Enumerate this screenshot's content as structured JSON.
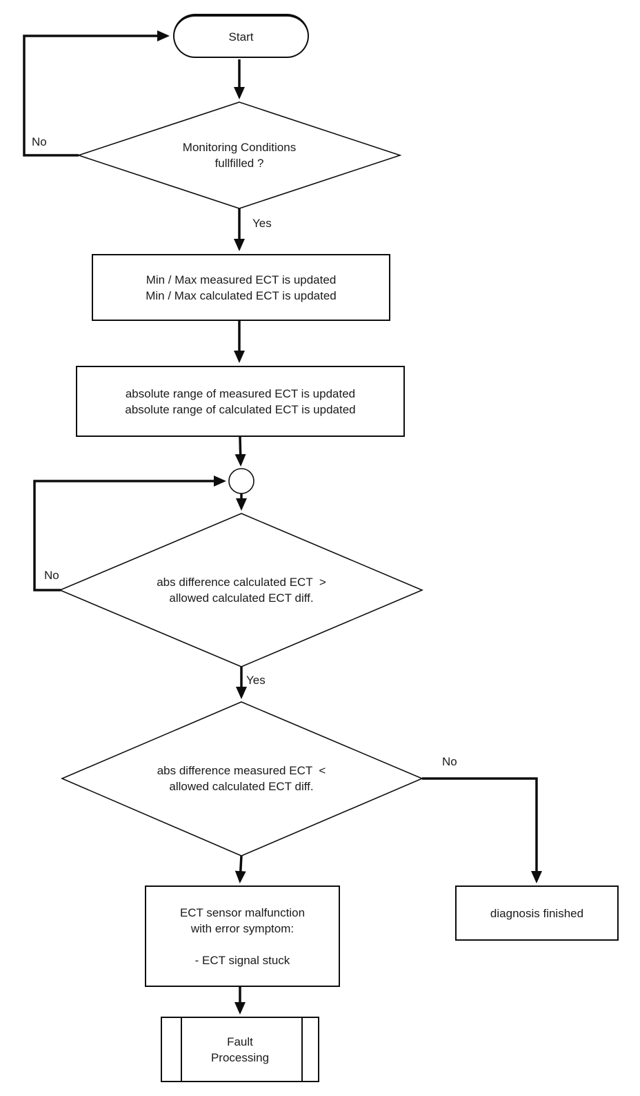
{
  "diagram": {
    "type": "flowchart",
    "background_color": "#ffffff",
    "line_color": "#0d0d0d",
    "text_color": "#1a1a1a"
  },
  "nodes": {
    "start": {
      "type": "terminator",
      "label": "Start"
    },
    "monitoring_decision": {
      "type": "decision",
      "label": "Monitoring Conditions\nfullfilled ?"
    },
    "min_max_update": {
      "type": "process",
      "label": "Min / Max measured ECT is updated\nMin / Max calculated ECT is updated"
    },
    "abs_range_update": {
      "type": "process",
      "label": "absolute range of measured ECT is updated\nabsolute range of calculated ECT is updated"
    },
    "junction": {
      "type": "connector",
      "label": ""
    },
    "calc_diff_decision": {
      "type": "decision",
      "label": "abs difference calculated ECT  >\nallowed calculated ECT diff."
    },
    "meas_diff_decision": {
      "type": "decision",
      "label": "abs difference measured ECT  <\nallowed calculated ECT diff."
    },
    "malfunction": {
      "type": "process",
      "label": "ECT sensor malfunction\nwith error symptom:\n\n- ECT signal stuck"
    },
    "fault_processing": {
      "type": "predefined-process",
      "label": "Fault\nProcessing"
    },
    "diagnosis_finished": {
      "type": "process",
      "label": "diagnosis finished"
    }
  },
  "edge_labels": {
    "monitoring_no": "No",
    "monitoring_yes": "Yes",
    "calc_diff_no": "No",
    "calc_diff_yes": "Yes",
    "meas_diff_no": "No"
  }
}
